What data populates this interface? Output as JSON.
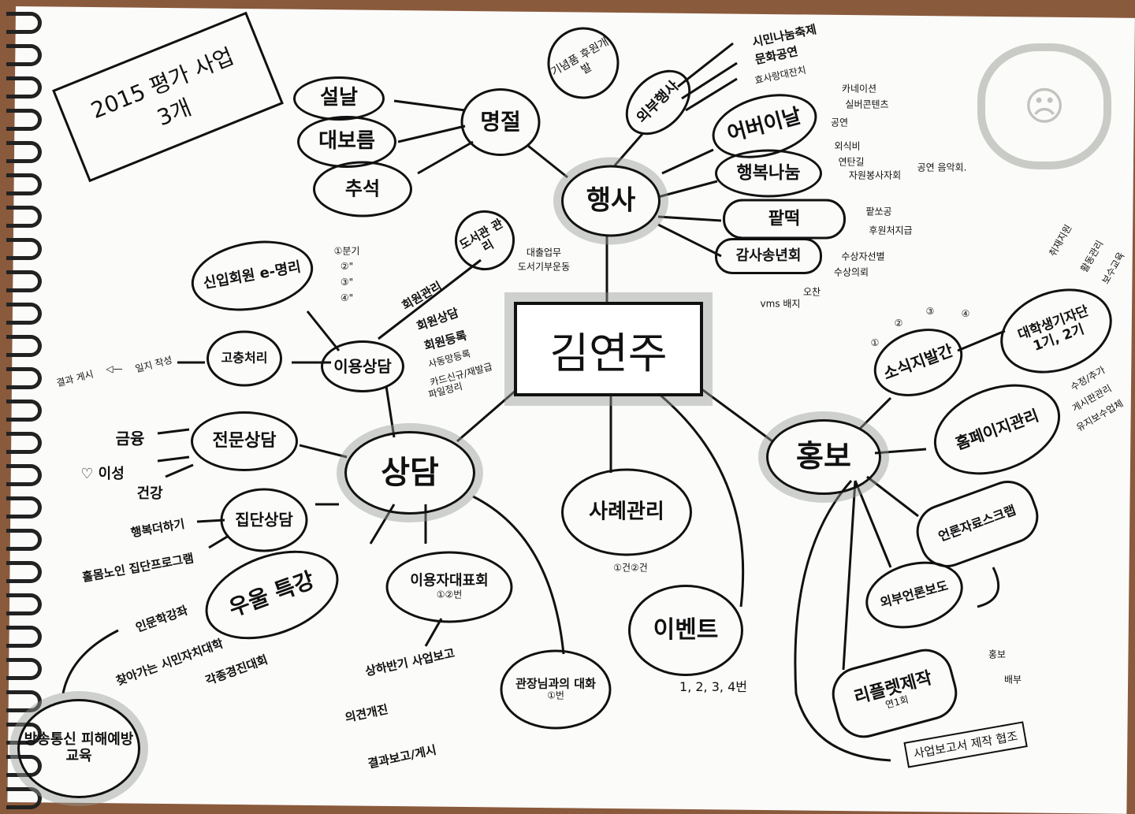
{
  "center": "김연주",
  "evaluation": {
    "title": "2015 평가",
    "subtitle": "사업",
    "count": "3개"
  },
  "events": {
    "label": "행사",
    "holidays": {
      "label": "명절",
      "items": [
        "설날",
        "대보름",
        "추석"
      ]
    },
    "souvenir": "기념품 후원개발",
    "external": {
      "label": "외부행사",
      "items": [
        "시민나눔축제",
        "문화공연",
        "효사랑대잔치"
      ]
    },
    "parents_day": {
      "label": "어버이날",
      "items": [
        "카네이션",
        "실버콘텐츠",
        "공연"
      ]
    },
    "happiness": {
      "label": "행복나눔",
      "items": [
        "외식비",
        "연탄길",
        "자원봉사자회",
        "공연 음악회."
      ]
    },
    "red_bean": {
      "label": "팥떡",
      "items": [
        "팥쏘공",
        "후원처지급"
      ]
    },
    "year_end": {
      "label": "감사송년회",
      "items": [
        "수상자선별",
        "수상의뢰",
        "vms 배지",
        "오찬"
      ]
    }
  },
  "counsel": {
    "label": "상담",
    "library": {
      "label": "도서관 관리",
      "items": [
        "대출업무",
        "도서기부운동"
      ]
    },
    "new_member": {
      "label": "신입회원 e-명리",
      "items": [
        "①분기",
        "②\"",
        "③\"",
        "④\""
      ]
    },
    "usage": {
      "label": "이용상담",
      "items": [
        "회원관리",
        "회원상담",
        "회원등록",
        "사동망등록",
        "카드신규/재발급",
        "파일정리"
      ]
    },
    "grievance": {
      "label": "고충처리",
      "result": "결과 게시",
      "log": "일지 작성"
    },
    "expert": {
      "label": "전문상담",
      "items": [
        "금융",
        "♡ 이성",
        "건강"
      ]
    },
    "group": {
      "label": "집단상담",
      "items": [
        "행복더하기",
        "홀몸노인 집단프로그램"
      ]
    },
    "lecture": {
      "label": "우울 특강",
      "items": [
        "인문학강좌",
        "찾아가는 시민자치대학",
        "각종경진대회"
      ]
    },
    "broadcast": "방송통신 피해예방교육",
    "rep_meeting": {
      "label": "이용자대표회",
      "count": "①②번",
      "items": [
        "상하반기 사업보고",
        "의견개진",
        "결과보고/게시"
      ]
    },
    "director_talk": {
      "label": "관장님과의 대화",
      "count": "①번"
    }
  },
  "case": {
    "label": "사례관리",
    "count": "①건②건"
  },
  "event": {
    "label": "이벤트",
    "count": "1, 2, 3, 4번"
  },
  "pr": {
    "label": "홍보",
    "newsletter": {
      "label": "소식지발간",
      "items": [
        "①",
        "②",
        "③",
        "④"
      ]
    },
    "reporters": {
      "label": "대학생기자단",
      "sub": "1기, 2기",
      "items": [
        "취재지원",
        "활동관리",
        "보수교육"
      ]
    },
    "homepage": {
      "label": "홈페이지관리",
      "items": [
        "수정/추가",
        "게시판관리",
        "유지보수업체"
      ]
    },
    "scrap": "언론자료스크랩",
    "media": "외부언론보도",
    "leaflet": {
      "label": "리플렛제작",
      "sub": "연1회",
      "items": [
        "홍보",
        "배부"
      ]
    },
    "report": "사업보고서 제작 협조"
  }
}
